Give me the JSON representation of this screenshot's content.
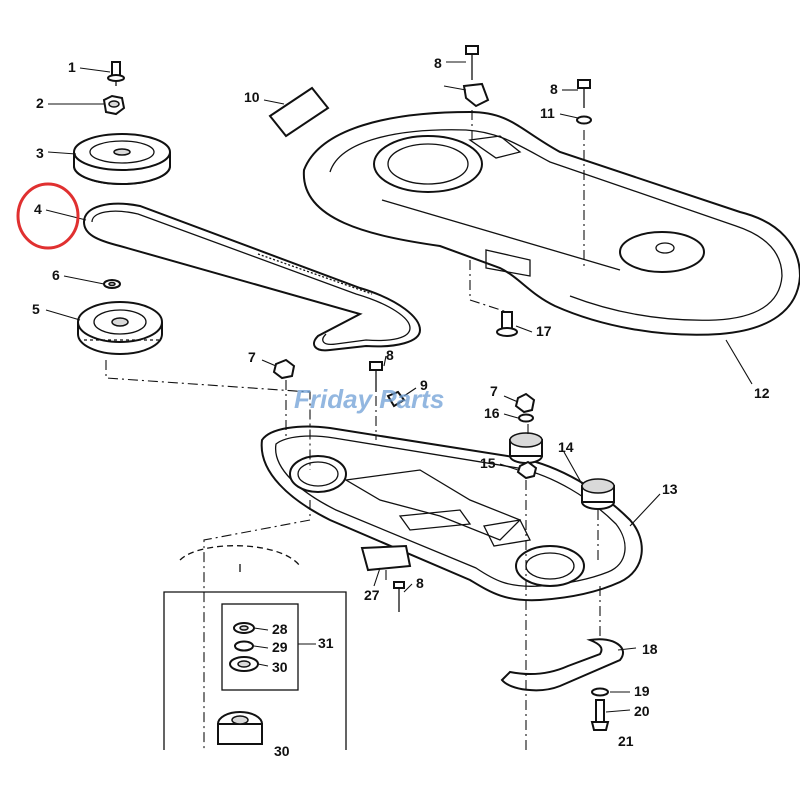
{
  "watermark": {
    "text": "Friday Parts",
    "color": "#6fa0d6"
  },
  "highlight": {
    "target": "4",
    "color": "#e03030"
  },
  "callouts": [
    "1",
    "2",
    "3",
    "4",
    "5",
    "6",
    "7",
    "8",
    "8",
    "8",
    "8",
    "9",
    "10",
    "11",
    "12",
    "13",
    "14",
    "15",
    "16",
    "7",
    "17",
    "18",
    "19",
    "20",
    "21",
    "27",
    "28",
    "29",
    "30",
    "31",
    "30"
  ]
}
